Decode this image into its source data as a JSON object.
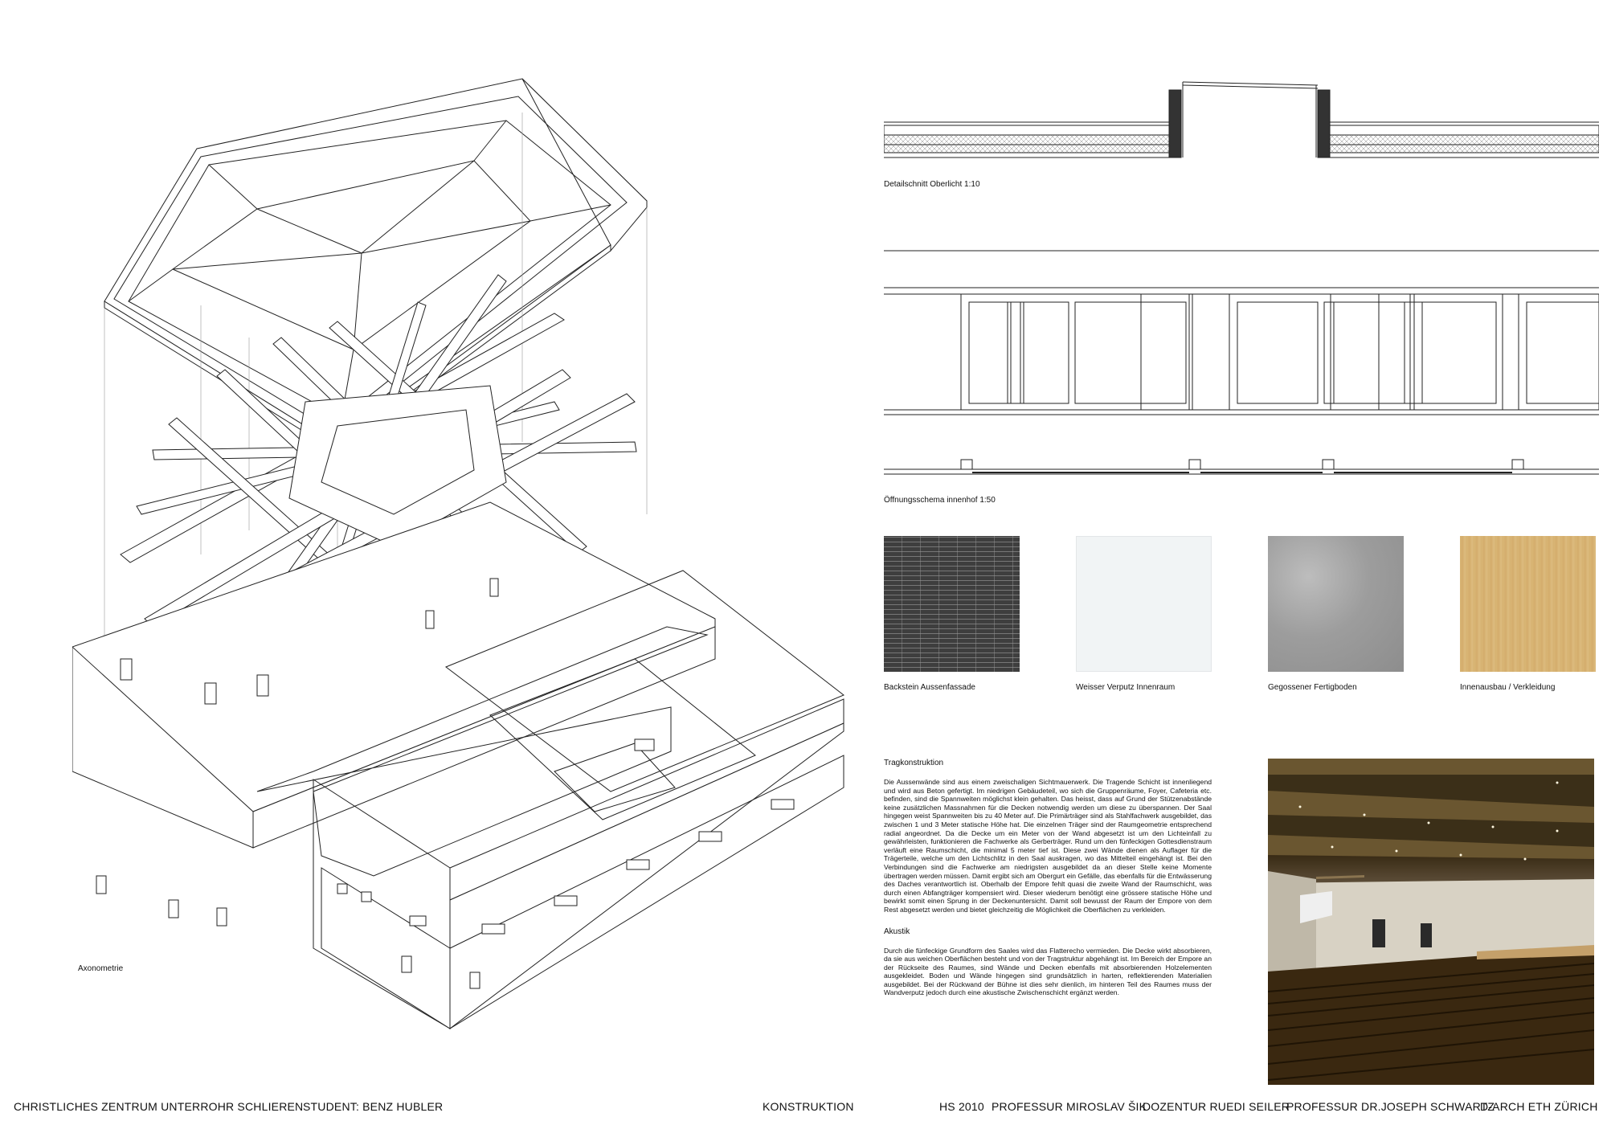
{
  "drawings": {
    "axonometry_caption": "Axonometrie",
    "section_caption": "Detailschnitt Oberlicht 1:10",
    "opening_caption": "Öffnungsschema innenhof 1:50"
  },
  "materials": [
    {
      "label": "Backstein Aussenfassade",
      "color": "#444444"
    },
    {
      "label": "Weisser Verputz Innenraum",
      "color": "#f1f4f5"
    },
    {
      "label": "Gegossener Fertigboden",
      "color": "#9d9d9d"
    },
    {
      "label": "Innenausbau / Verkleidung",
      "color": "#d9b575"
    }
  ],
  "text": {
    "section1_title": "Tragkonstruktion",
    "section1_body": "Die Aussenwände sind aus einem zweischaligen Sichtmauerwerk. Die Tragende Schicht ist innenliegend und wird aus Beton gefertigt. Im niedrigen Gebäudeteil, wo sich die Gruppenräume, Foyer, Cafeteria etc. befinden, sind die Spannweiten möglichst klein gehalten. Das heisst, dass auf Grund der Stützenabstände keine zusätzlichen Massnahmen für die Decken notwendig werden um diese zu überspannen. Der Saal hingegen weist Spannweiten bis zu 40 Meter auf. Die Primärträger sind als Stahlfachwerk ausgebildet, das zwischen 1 und 3 Meter statische Höhe hat. Die einzelnen Träger sind der Raumgeometrie entsprechend radial angeordnet. Da die Decke um ein Meter von der Wand abgesetzt ist um den Lichteinfall zu gewährleisten, funktionieren die Fachwerke als Gerberträger. Rund um den fünfeckigen Gottesdienstraum verläuft eine Raumschicht, die minimal 5 meter tief ist. Diese zwei Wände dienen als Auflager für die Trägerteile, welche um den Lichtschlitz in den Saal auskragen, wo das Mittelteil eingehängt ist. Bei den Verbindungen sind die Fachwerke am niedrigsten ausgebildet da an dieser Stelle keine Momente übertragen werden müssen. Damit ergibt sich am Obergurt ein Gefälle, das ebenfalls für die Entwässerung des Daches verantwortlich ist. Oberhalb der Empore fehlt quasi die zweite Wand der Raumschicht, was durch einen Abfangträger kompensiert wird. Dieser wiederum benötigt eine grössere statische Höhe und bewirkt somit einen Sprung in der Deckenuntersicht. Damit soll bewusst der Raum der Empore von dem Rest abgesetzt werden und bietet gleichzeitig die Möglichkeit die Oberflächen zu verkleiden.",
    "section2_title": "Akustik",
    "section2_body": "Durch die fünfeckige Grundform des Saales wird das Flatterecho vermieden. Die Decke wirkt absorbieren, da sie aus weichen Oberflächen besteht und von der Tragstruktur abgehängt ist. Im Bereich der Empore an der Rückseite des Raumes, sind Wände und Decken ebenfalls mit absorbierenden Holzelementen ausgekleidet. Boden und Wände hingegen sind grundsätzlich in harten, reflektierenden Materialien ausgebildet. Bei der Rückwand der Bühne ist dies sehr dienlich, im hinteren Teil des Raumes muss der Wandverputz jedoch durch eine akustische Zwischenschicht ergänzt werden."
  },
  "footer": {
    "project": "CHRISTLICHES ZENTRUM UNTERROHR  SCHLIEREN",
    "student": "STUDENT: BENZ HUBLER",
    "topic": "KONSTRUKTION",
    "semester": "HS 2010",
    "professor1": "PROFESSUR MIROSLAV ŠIK",
    "lecturer": "DOZENTUR RUEDI SEILER",
    "professor2": "PROFESSUR DR.JOSEPH SCHWARTZ",
    "institution": "D-ARCH ETH ZÜRICH"
  }
}
